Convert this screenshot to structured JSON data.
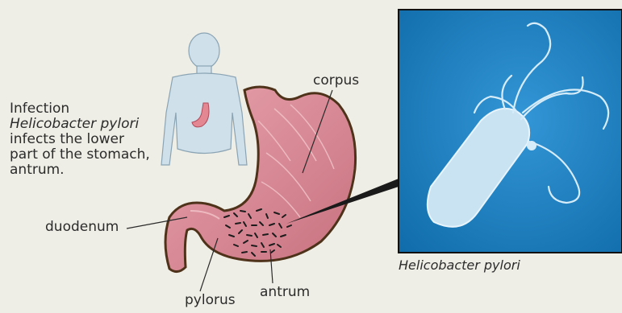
{
  "infection_text": {
    "line1": "Infection",
    "line2": "Helicobacter pylori",
    "line3": "infects the lower",
    "line4": "part of the stomach,",
    "line5": "antrum."
  },
  "labels": {
    "corpus": "corpus",
    "duodenum": "duodenum",
    "pylorus": "pylorus",
    "antrum": "antrum"
  },
  "micrograph": {
    "caption": "Helicobacter pylori"
  },
  "colors": {
    "background": "#efeee6",
    "stomach": "#d98d98",
    "stomach_outline": "#5a3a1c",
    "body_silhouette": "#c9dde8",
    "micrograph_bg": "#1a7fc0",
    "bacterium": "#c9e3f3"
  }
}
